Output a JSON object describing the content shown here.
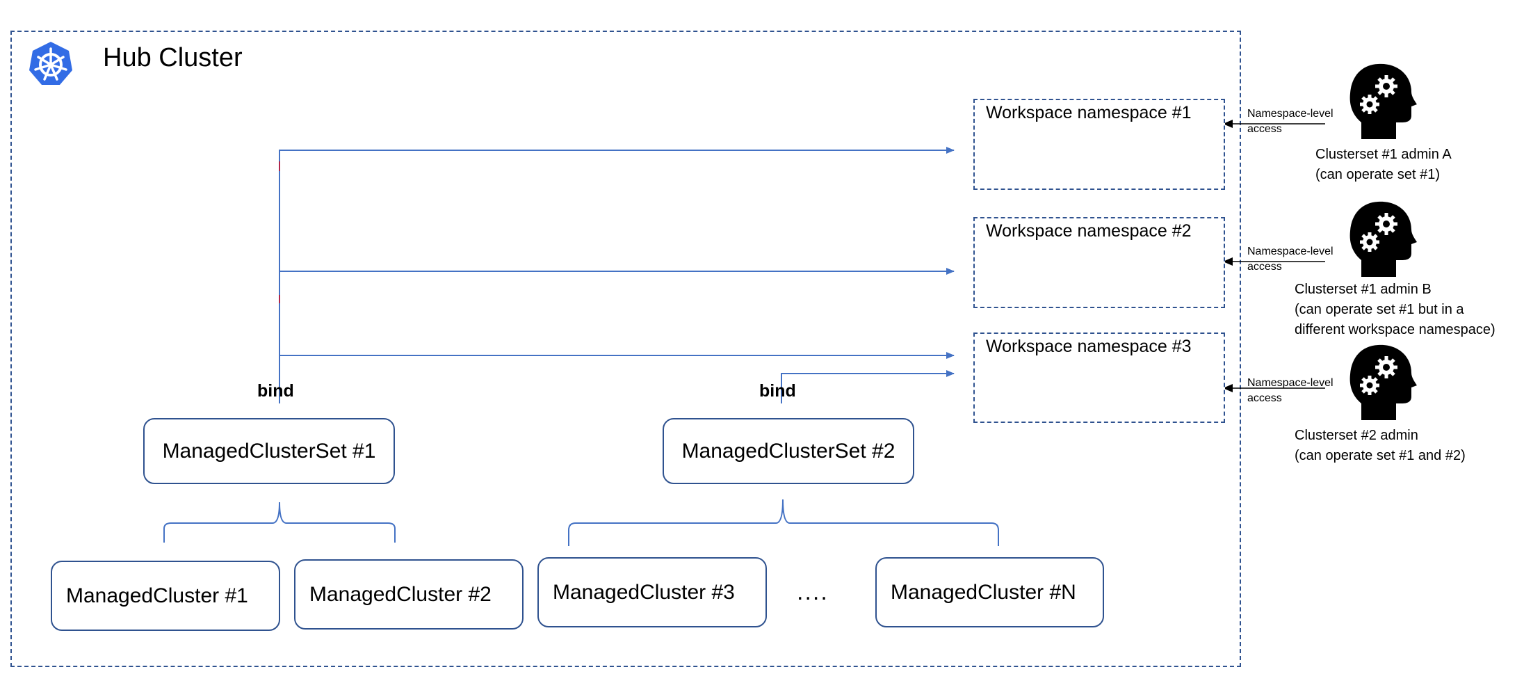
{
  "hub": {
    "title": "Hub Cluster",
    "logo_icon": "kubernetes-helm-icon"
  },
  "workspaces": [
    {
      "label": "Workspace namespace #1"
    },
    {
      "label": "Workspace namespace #2"
    },
    {
      "label": "Workspace namespace #3"
    }
  ],
  "bind_labels": [
    "bind",
    "bind"
  ],
  "sets": [
    "ManagedClusterSet #1",
    "ManagedClusterSet #2"
  ],
  "clusters": [
    "ManagedCluster #1",
    "ManagedCluster #2",
    "ManagedCluster #3",
    "ManagedCluster #N"
  ],
  "ellipsis": "....",
  "access_label": {
    "line1": "Namespace-level",
    "line2": "access"
  },
  "admins": [
    {
      "line1": "Clusterset #1 admin A",
      "line2": "(can operate set #1)",
      "line3": ""
    },
    {
      "line1": "Clusterset #1 admin B",
      "line2": "(can operate set #1 but in a",
      "line3": "different workspace namespace)"
    },
    {
      "line1": "Clusterset #2 admin",
      "line2": "(can operate set #1 and #2)",
      "line3": ""
    }
  ],
  "colors": {
    "border": "#2f528f",
    "arrow": "#4472c4",
    "k8s": "#326ce5"
  }
}
